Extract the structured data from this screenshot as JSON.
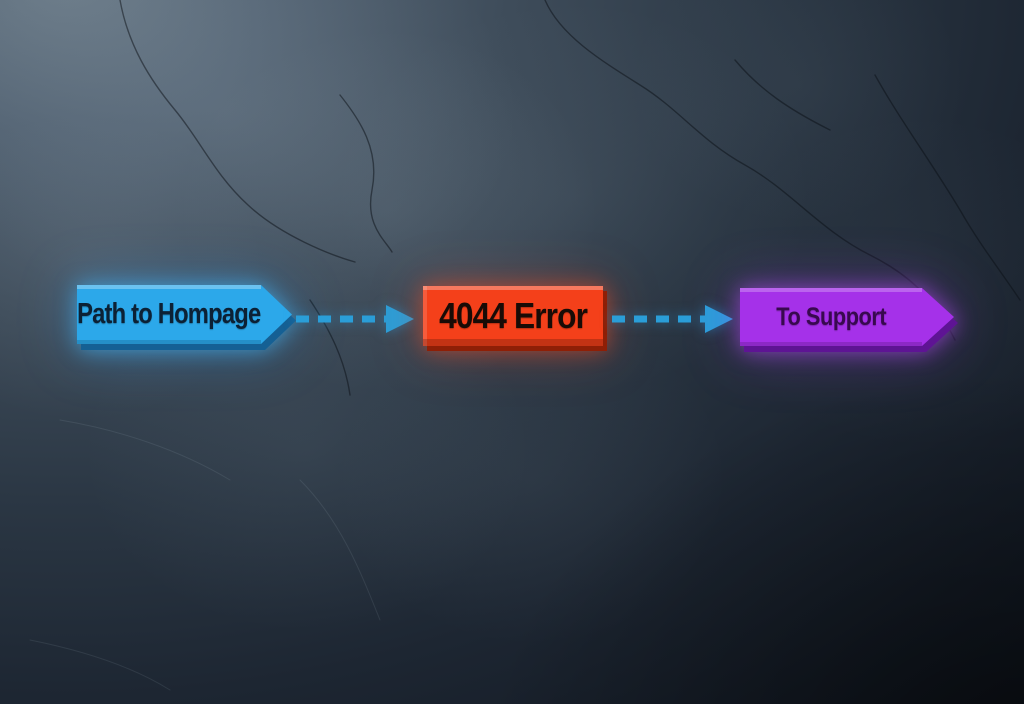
{
  "diagram": {
    "type": "flowchart",
    "direction": "left-to-right",
    "nodes": [
      {
        "id": "path-to-homepage",
        "label": "Path to Hompage",
        "shape": "arrow-banner-right",
        "fill": "#2ca8ea",
        "shade": "#156094",
        "text_color": "#0c2135",
        "glow": "#46beff"
      },
      {
        "id": "4044-error",
        "label": "4044 Error",
        "shape": "rectangle",
        "fill": "#f4401a",
        "shade": "#8e1f06",
        "text_color": "#180b06",
        "glow": "#ff5023"
      },
      {
        "id": "to-support",
        "label": "To Support",
        "shape": "arrow-banner-right",
        "fill": "#a531e9",
        "shade": "#5e1494",
        "text_color": "#38094f",
        "glow": "#be50ff"
      }
    ],
    "connectors": [
      {
        "from": "path-to-homepage",
        "to": "4044-error",
        "style": "dashed",
        "arrowhead": "right",
        "color": "#2a9ed8"
      },
      {
        "from": "4044-error",
        "to": "to-support",
        "style": "dashed",
        "arrowhead": "right",
        "color": "#2a9ed8"
      }
    ],
    "background": {
      "style": "dark-slate-texture",
      "top_left_color": "#6e7e8b",
      "bottom_right_color": "#0c1118"
    }
  }
}
